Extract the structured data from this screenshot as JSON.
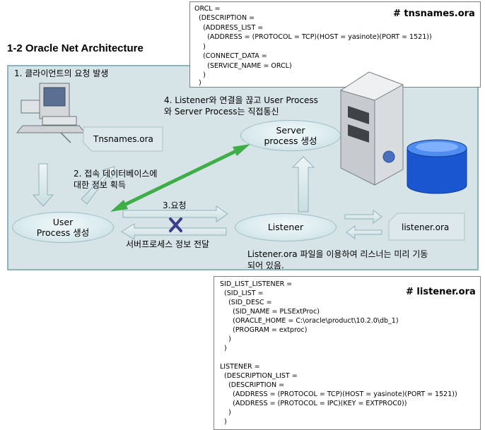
{
  "page_title": "1-2 Oracle Net Architecture",
  "tnsnames_box": {
    "title": "# tnsnames.ora",
    "lines": [
      "ORCL =",
      "  (DESCRIPTION =",
      "    (ADDRESS_LIST =",
      "      (ADDRESS = (PROTOCOL = TCP)(HOST = yasinote)(PORT = 1521))",
      "    )",
      "    (CONNECT_DATA =",
      "      (SERVICE_NAME = ORCL)",
      "    )",
      "  )"
    ]
  },
  "diagram": {
    "step1": "1. 클라이언트의 요청 발생",
    "tnsnames_doc": "Tnsnames.ora",
    "step2": [
      "2. 접속 데이터베이스에",
      "대한 정보 획득"
    ],
    "step3": "3.요청",
    "step4": [
      "4. Listener와 연결을 끊고 User Process",
      "와 Server Process는 직접통신"
    ],
    "server_process": [
      "Server",
      "process 생성"
    ],
    "user_process": [
      "User",
      "Process 생성"
    ],
    "listener": "Listener",
    "listener_doc": "listener.ora",
    "server_to_user_label": "서버프로세스 정보 전달",
    "listener_note": [
      "Listener.ora 파일을 이용하여 리스너는 미리 기동",
      "되어 있음."
    ]
  },
  "listener_box": {
    "title": "# listener.ora",
    "lines": [
      "SID_LIST_LISTENER =",
      "  (SID_LIST =",
      "    (SID_DESC =",
      "      (SID_NAME = PLSExtProc)",
      "      (ORACLE_HOME = C:\\oracle\\product\\10.2.0\\db_1)",
      "      (PROGRAM = extproc)",
      "    )",
      "  )",
      "",
      "LISTENER =",
      "  (DESCRIPTION_LIST =",
      "    (DESCRIPTION =",
      "      (ADDRESS = (PROTOCOL = TCP)(HOST = yasinote)(PORT = 1521))",
      "      (ADDRESS = (PROTOCOL = IPC)(KEY = EXTPROC0))",
      "    )",
      "  )"
    ]
  },
  "colors": {
    "panel_fill": "#d7e4e7",
    "panel_border": "#8fb3bb",
    "connection_arrow": "#3fae49",
    "block_mark": "#3c3c8c"
  },
  "icons": [
    "client-computer-icon",
    "database-server-icon",
    "database-cylinder-icon"
  ]
}
